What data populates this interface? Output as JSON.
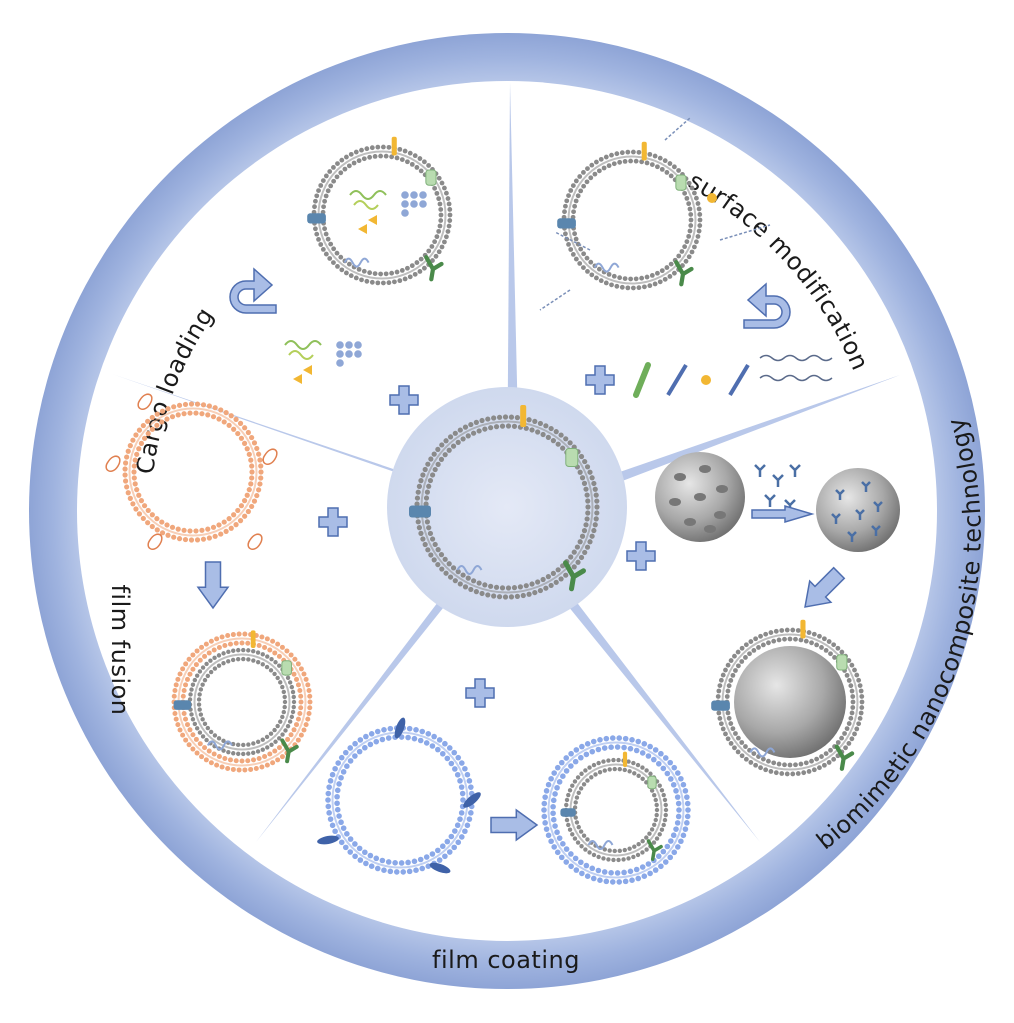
{
  "labels": {
    "cargo_loading": "Cargo   loading",
    "surface_modification": "surface   modification",
    "biomimetic": "biomimetic   nanocomposite   technology",
    "film_coating": "film coating",
    "film_fusion": "film fusion"
  },
  "colors": {
    "ring": "#8ea4d6",
    "ring_light": "#dfe6f5",
    "bilayer": "#8a8a8a",
    "orange_membrane": "#f0a77c",
    "blue_membrane": "#8aa8e8",
    "arrow_fill": "#a9bde6",
    "arrow_stroke": "#4f6eb0",
    "protein_green": "#4a8a4a",
    "protein_light_green": "#b9dcb0",
    "protein_blue": "#5a86ae",
    "tag_yellow": "#f2b733",
    "nanoparticle": "#a9a9a9"
  }
}
